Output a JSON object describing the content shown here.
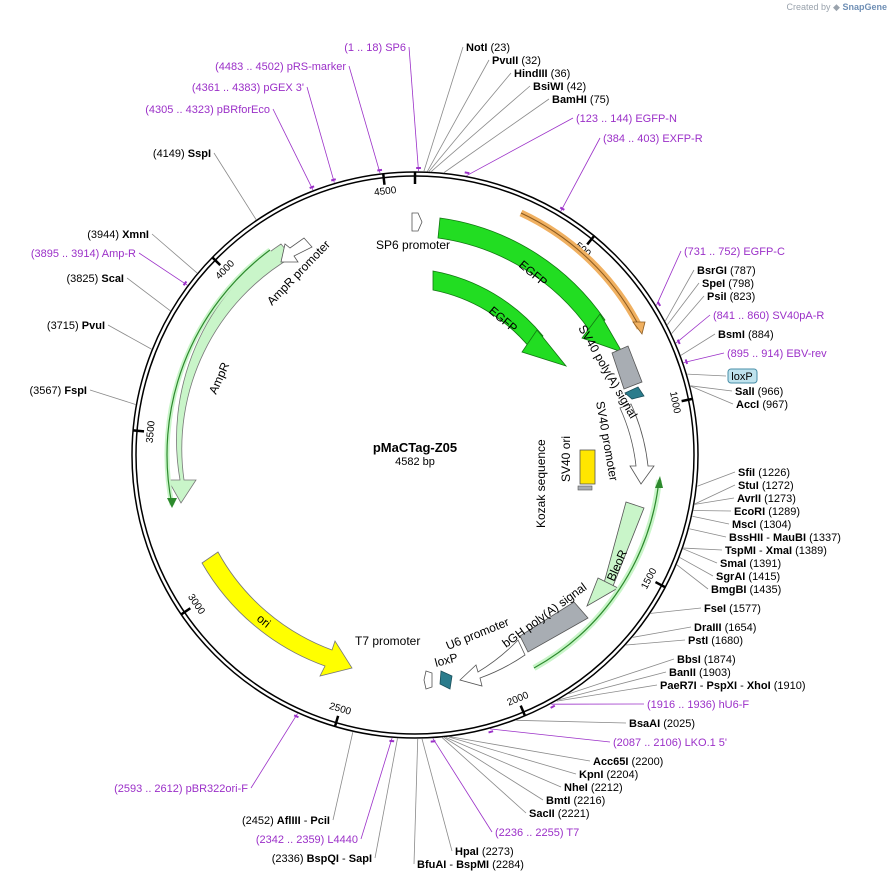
{
  "credit": {
    "prefix": "Created by",
    "brand": "SnapGene"
  },
  "map": {
    "name": "pMaCTag-Z05",
    "length_label": "4582 bp",
    "total_bp": 4582
  },
  "ticks": [
    "500",
    "1000",
    "1500",
    "2000",
    "2500",
    "3000",
    "3500",
    "4000",
    "4500"
  ],
  "features": [
    {
      "id": "egfp-outer",
      "label": "EGFP",
      "color": "#22dd22"
    },
    {
      "id": "egfp-inner",
      "label": "EGFP",
      "color": "#22dd22"
    },
    {
      "id": "sp6-promoter",
      "label": "SP6 promoter",
      "color": "#ffffff"
    },
    {
      "id": "sv40-polya",
      "label": "SV40 poly(A) signal",
      "color": "#a8adb3"
    },
    {
      "id": "sv40-promoter",
      "label": "SV40 promoter",
      "color": "#ffffff"
    },
    {
      "id": "sv40-ori",
      "label": "SV40 ori",
      "color": "#ffe600"
    },
    {
      "id": "kozak",
      "label": "Kozak sequence",
      "color": "#a8adb3"
    },
    {
      "id": "bleor",
      "label": "BleoR",
      "color": "#c9f5c9"
    },
    {
      "id": "bgh-polya",
      "label": "bGH poly(A) signal",
      "color": "#a8adb3"
    },
    {
      "id": "u6-promoter",
      "label": "U6 promoter",
      "color": "#ffffff"
    },
    {
      "id": "t7-promoter",
      "label": "T7 promoter",
      "color": "#ffffff"
    },
    {
      "id": "loxp-feature",
      "label": "loxP",
      "color": "#2a7c8c"
    },
    {
      "id": "ori",
      "label": "ori",
      "color": "#ffff00"
    },
    {
      "id": "ampr",
      "label": "AmpR",
      "color": "#c9f5c9"
    },
    {
      "id": "ampr-promoter",
      "label": "AmpR promoter",
      "color": "#ffffff"
    }
  ],
  "labels": [
    {
      "id": "noti",
      "name": "NotI",
      "pos": "(23)",
      "kind": "site"
    },
    {
      "id": "pvuii",
      "name": "PvuII",
      "pos": "(32)",
      "kind": "site"
    },
    {
      "id": "hindiii",
      "name": "HindIII",
      "pos": "(36)",
      "kind": "site"
    },
    {
      "id": "bsiwi",
      "name": "BsiWI",
      "pos": "(42)",
      "kind": "site"
    },
    {
      "id": "bamhi",
      "name": "BamHI",
      "pos": "(75)",
      "kind": "site"
    },
    {
      "id": "egfp-n",
      "name": "EGFP-N",
      "pos": "(123 .. 144)",
      "kind": "primer"
    },
    {
      "id": "exfp-r",
      "name": "EXFP-R",
      "pos": "(384 .. 403)",
      "kind": "primer"
    },
    {
      "id": "egfp-c",
      "name": "EGFP-C",
      "pos": "(731 .. 752)",
      "kind": "primer"
    },
    {
      "id": "bsrgi",
      "name": "BsrGI",
      "pos": "(787)",
      "kind": "site"
    },
    {
      "id": "spei",
      "name": "SpeI",
      "pos": "(798)",
      "kind": "site"
    },
    {
      "id": "psii",
      "name": "PsiI",
      "pos": "(823)",
      "kind": "site"
    },
    {
      "id": "sv40pa-r",
      "name": "SV40pA-R",
      "pos": "(841 .. 860)",
      "kind": "primer"
    },
    {
      "id": "bsmi",
      "name": "BsmI",
      "pos": "(884)",
      "kind": "site"
    },
    {
      "id": "ebv-rev",
      "name": "EBV-rev",
      "pos": "(895 .. 914)",
      "kind": "primer"
    },
    {
      "id": "loxp-tag",
      "name": "loxP",
      "pos": "",
      "kind": "tag"
    },
    {
      "id": "sali",
      "name": "SalI",
      "pos": "(966)",
      "kind": "site"
    },
    {
      "id": "acci",
      "name": "AccI",
      "pos": "(967)",
      "kind": "site"
    },
    {
      "id": "sfii",
      "name": "SfiI",
      "pos": "(1226)",
      "kind": "site"
    },
    {
      "id": "stui",
      "name": "StuI",
      "pos": "(1272)",
      "kind": "site"
    },
    {
      "id": "avrii",
      "name": "AvrII",
      "pos": "(1273)",
      "kind": "site"
    },
    {
      "id": "ecori",
      "name": "EcoRI",
      "pos": "(1289)",
      "kind": "site"
    },
    {
      "id": "msci",
      "name": "MscI",
      "pos": "(1304)",
      "kind": "site"
    },
    {
      "id": "bsshii",
      "name": "BssHII",
      "name2": "MauBI",
      "pos": "(1337)",
      "kind": "site"
    },
    {
      "id": "tspmi",
      "name": "TspMI",
      "name2": "XmaI",
      "pos": "(1389)",
      "kind": "site"
    },
    {
      "id": "smai",
      "name": "SmaI",
      "pos": "(1391)",
      "kind": "site"
    },
    {
      "id": "sgrai",
      "name": "SgrAI",
      "pos": "(1415)",
      "kind": "site"
    },
    {
      "id": "bmgbi",
      "name": "BmgBI",
      "pos": "(1435)",
      "kind": "site"
    },
    {
      "id": "fsei",
      "name": "FseI",
      "pos": "(1577)",
      "kind": "site"
    },
    {
      "id": "draiii",
      "name": "DraIII",
      "pos": "(1654)",
      "kind": "site"
    },
    {
      "id": "psti",
      "name": "PstI",
      "pos": "(1680)",
      "kind": "site"
    },
    {
      "id": "bbsi",
      "name": "BbsI",
      "pos": "(1874)",
      "kind": "site"
    },
    {
      "id": "banii",
      "name": "BanII",
      "pos": "(1903)",
      "kind": "site"
    },
    {
      "id": "paer7i",
      "name": "PaeR7I",
      "name2": "PspXI",
      "name3": "XhoI",
      "pos": "(1910)",
      "kind": "site"
    },
    {
      "id": "hu6-f",
      "name": "hU6-F",
      "pos": "(1916 .. 1936)",
      "kind": "primer"
    },
    {
      "id": "bsaai",
      "name": "BsaAI",
      "pos": "(2025)",
      "kind": "site"
    },
    {
      "id": "lko1",
      "name": "LKO.1 5'",
      "pos": "(2087 .. 2106)",
      "kind": "primer"
    },
    {
      "id": "acc65i",
      "name": "Acc65I",
      "pos": "(2200)",
      "kind": "site"
    },
    {
      "id": "kpni",
      "name": "KpnI",
      "pos": "(2204)",
      "kind": "site"
    },
    {
      "id": "nhei",
      "name": "NheI",
      "pos": "(2212)",
      "kind": "site"
    },
    {
      "id": "bmti",
      "name": "BmtI",
      "pos": "(2216)",
      "kind": "site"
    },
    {
      "id": "sacii",
      "name": "SacII",
      "pos": "(2221)",
      "kind": "site"
    },
    {
      "id": "t7",
      "name": "T7",
      "pos": "(2236 .. 2255)",
      "kind": "primer"
    },
    {
      "id": "hpai",
      "name": "HpaI",
      "pos": "(2273)",
      "kind": "site"
    },
    {
      "id": "bfuai",
      "name": "BfuAI",
      "name2": "BspMI",
      "pos": "(2284)",
      "kind": "site"
    },
    {
      "id": "bspqi",
      "name": "BspQI",
      "name2": "SapI",
      "pos": "(2336)",
      "kind": "site"
    },
    {
      "id": "l4440",
      "name": "L4440",
      "pos": "(2342 .. 2359)",
      "kind": "primer"
    },
    {
      "id": "afliii",
      "name": "AflIII",
      "name2": "PciI",
      "pos": "(2452)",
      "kind": "site"
    },
    {
      "id": "pbr322ori-f",
      "name": "pBR322ori-F",
      "pos": "(2593 .. 2612)",
      "kind": "primer"
    },
    {
      "id": "fspi",
      "name": "FspI",
      "pos": "(3567)",
      "kind": "site"
    },
    {
      "id": "pvui",
      "name": "PvuI",
      "pos": "(3715)",
      "kind": "site"
    },
    {
      "id": "scai",
      "name": "ScaI",
      "pos": "(3825)",
      "kind": "site"
    },
    {
      "id": "amp-r",
      "name": "Amp-R",
      "pos": "(3895 .. 3914)",
      "kind": "primer"
    },
    {
      "id": "xmni",
      "name": "XmnI",
      "pos": "(3944)",
      "kind": "site"
    },
    {
      "id": "sspi",
      "name": "SspI",
      "pos": "(4149)",
      "kind": "site"
    },
    {
      "id": "pbrforeco",
      "name": "pBRforEco",
      "pos": "(4305 .. 4323)",
      "kind": "primer"
    },
    {
      "id": "pgex3",
      "name": "pGEX 3'",
      "pos": "(4361 .. 4383)",
      "kind": "primer"
    },
    {
      "id": "prs-marker",
      "name": "pRS-marker",
      "pos": "(4483 .. 4502)",
      "kind": "primer"
    },
    {
      "id": "sp6",
      "name": "SP6",
      "pos": "(1 .. 18)",
      "kind": "primer"
    }
  ],
  "colors": {
    "primer": "#9b30c8",
    "loxp_tag_fill": "#bfe3ee",
    "loxp_tag_stroke": "#4a8fa8",
    "orange_primer_arc": "#f0b060",
    "dark_green_arc": "#2d8a2d"
  }
}
